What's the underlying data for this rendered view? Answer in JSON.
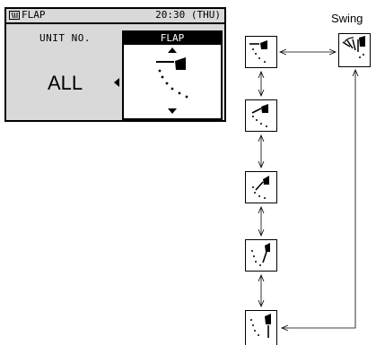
{
  "screen": {
    "title": "FLAP",
    "clock": "20:30 (THU)",
    "unit_label": "UNIT NO.",
    "unit_value": "ALL",
    "panel_header": "FLAP"
  },
  "diagram": {
    "swing_label": "Swing",
    "positions": [
      "flap-position-1",
      "flap-position-2",
      "flap-position-3",
      "flap-position-4",
      "flap-position-5",
      "swing"
    ]
  }
}
